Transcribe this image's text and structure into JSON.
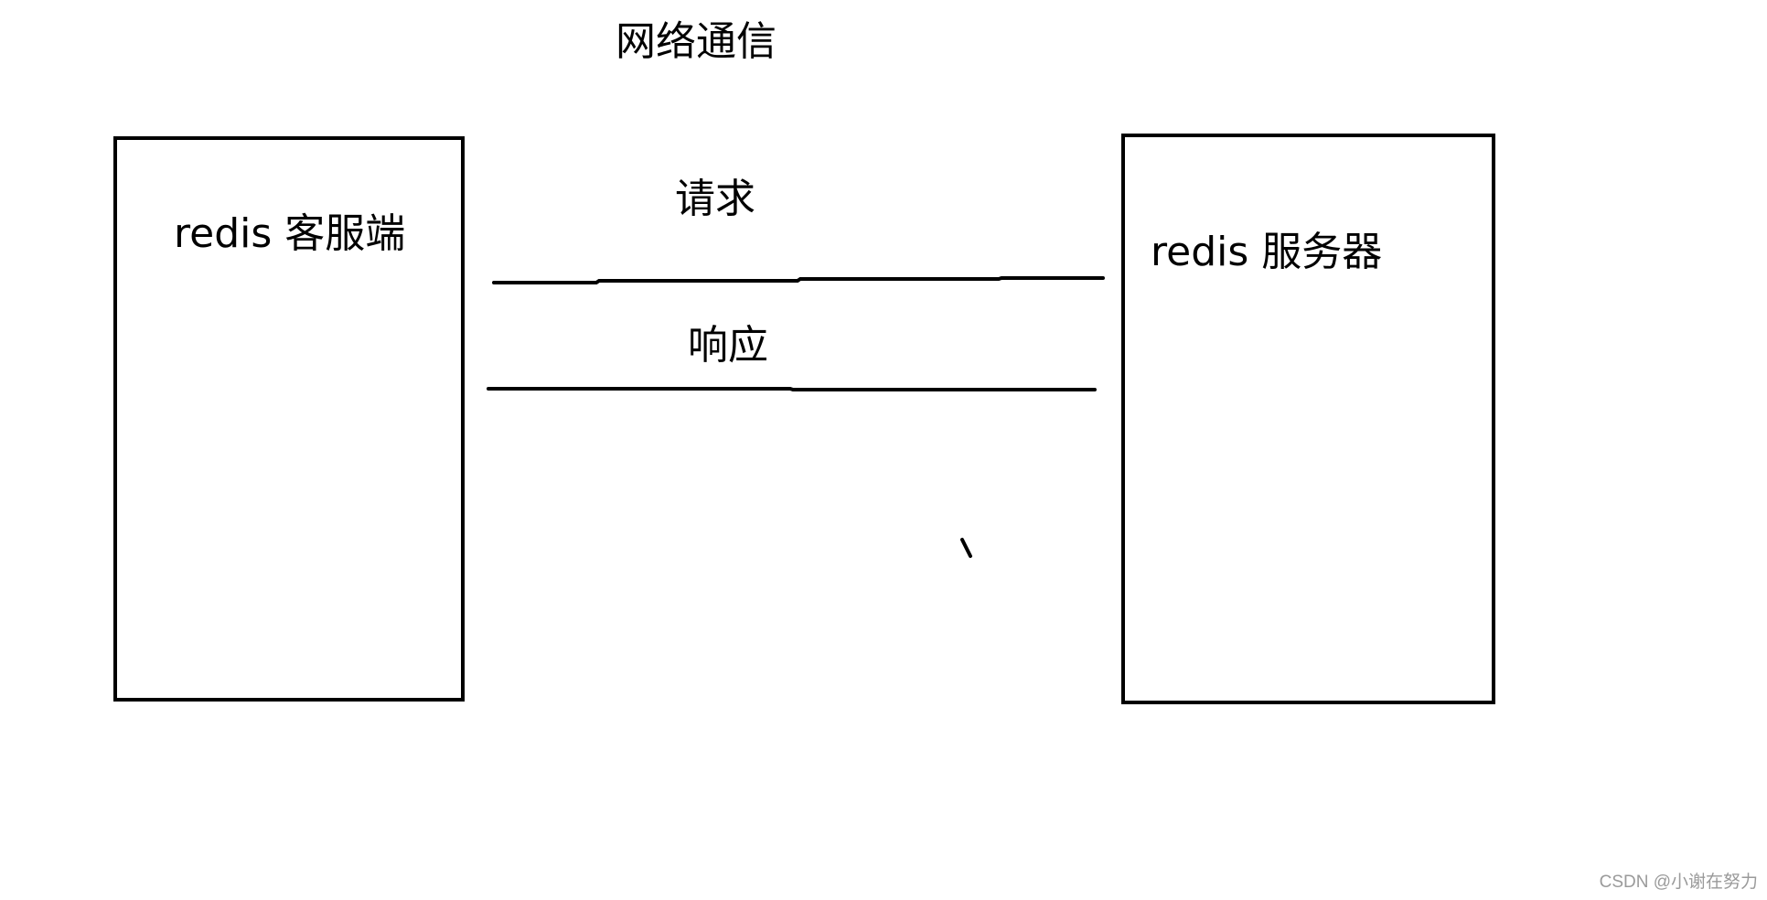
{
  "diagram": {
    "title": "网络通信",
    "nodes": [
      {
        "id": "client",
        "label": "redis 客服端"
      },
      {
        "id": "server",
        "label": "redis 服务器"
      }
    ],
    "edges": [
      {
        "id": "request",
        "from": "client",
        "to": "server",
        "label": "请求"
      },
      {
        "id": "response",
        "from": "server",
        "to": "client",
        "label": "响应"
      }
    ]
  },
  "watermark": "CSDN @小谢在努力",
  "colors": {
    "stroke": "#000000",
    "background": "#ffffff",
    "watermark": "#9a9a9a"
  }
}
